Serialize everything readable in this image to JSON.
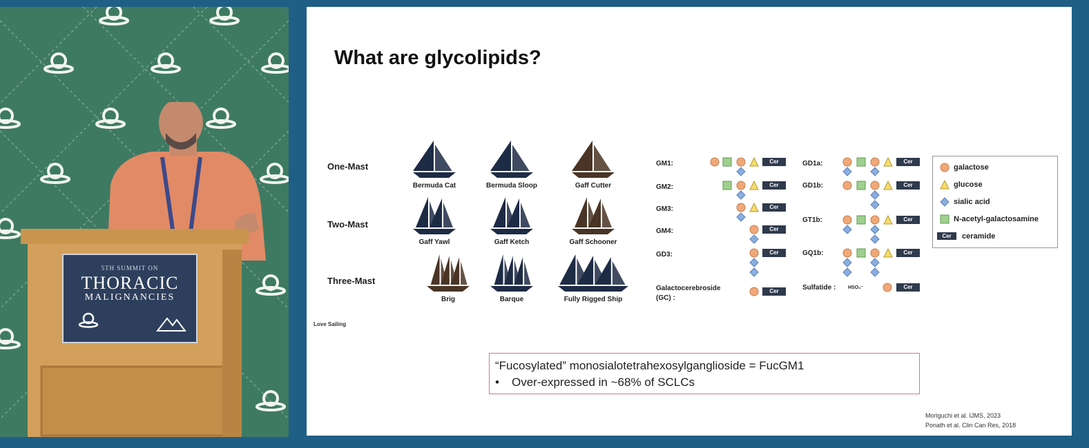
{
  "slide": {
    "title": "What are glycolipids?",
    "credit": "Love Sailing",
    "rows": [
      {
        "label": "One-Mast",
        "ships": [
          {
            "name": "Bermuda Cat",
            "color": "#1e2b45",
            "icon": "sailboat-icon"
          },
          {
            "name": "Bermuda Sloop",
            "color": "#1e2b45",
            "icon": "sailboat-icon"
          },
          {
            "name": "Gaff Cutter",
            "color": "#4a3425",
            "icon": "sailboat-icon"
          }
        ]
      },
      {
        "label": "Two-Mast",
        "ships": [
          {
            "name": "Gaff Yawl",
            "color": "#1e2b45",
            "icon": "sailboat-icon"
          },
          {
            "name": "Gaff Ketch",
            "color": "#1e2b45",
            "icon": "sailboat-icon"
          },
          {
            "name": "Gaff Schooner",
            "color": "#4a3425",
            "icon": "sailboat-icon"
          }
        ]
      },
      {
        "label": "Three-Mast",
        "ships": [
          {
            "name": "Brig",
            "color": "#4a3425",
            "icon": "sailboat-icon"
          },
          {
            "name": "Barque",
            "color": "#1e2b45",
            "icon": "sailboat-icon"
          },
          {
            "name": "Fully Rigged Ship",
            "color": "#1e2b45",
            "icon": "sailboat-icon"
          }
        ]
      }
    ],
    "glycolipids_left": [
      {
        "label": "GM1:"
      },
      {
        "label": "GM2:"
      },
      {
        "label": "GM3:"
      },
      {
        "label": "GM4:"
      },
      {
        "label": "GD3:"
      },
      {
        "label": "Galactocerebroside (GC) :"
      }
    ],
    "glycolipids_right": [
      {
        "label": "GD1a:"
      },
      {
        "label": "GD1b:"
      },
      {
        "label": "GT1b:"
      },
      {
        "label": "GQ1b:"
      },
      {
        "label": "Sulfatide :"
      }
    ],
    "hso3": "HSO₃⁻",
    "cer": "Cer",
    "legend": {
      "items": [
        {
          "shape": "circle",
          "label": "galactose",
          "color": "#f0a878"
        },
        {
          "shape": "triangle",
          "label": "glucose",
          "color": "#f4dc6e"
        },
        {
          "shape": "diamond",
          "label": "sialic acid",
          "color": "#8aaee0"
        },
        {
          "shape": "square",
          "label": "N-acetyl-galactosamine",
          "color": "#9fd08e"
        },
        {
          "shape": "cer",
          "label": "ceramide",
          "color": "#2f3a4c"
        }
      ]
    },
    "callout": {
      "line1": "“Fucosylated” monosialotetrahexosylganglioside = FucGM1",
      "bullet": "•",
      "line2": "Over-expressed in ~68% of SCLCs"
    },
    "citations": [
      "Moriguchi et al. IJMS, 2023",
      "Ponath et al. Clin Can Res, 2018"
    ]
  },
  "stage": {
    "sign_small": "5TH SUMMIT ON",
    "sign_big": "THORACIC",
    "sign_mid": "MALIGNANCIES"
  },
  "colors": {
    "background": "#1f5f86",
    "backdrop": "#3e7a62",
    "slide": "#ffffff",
    "callout_border": "#d07b86"
  }
}
